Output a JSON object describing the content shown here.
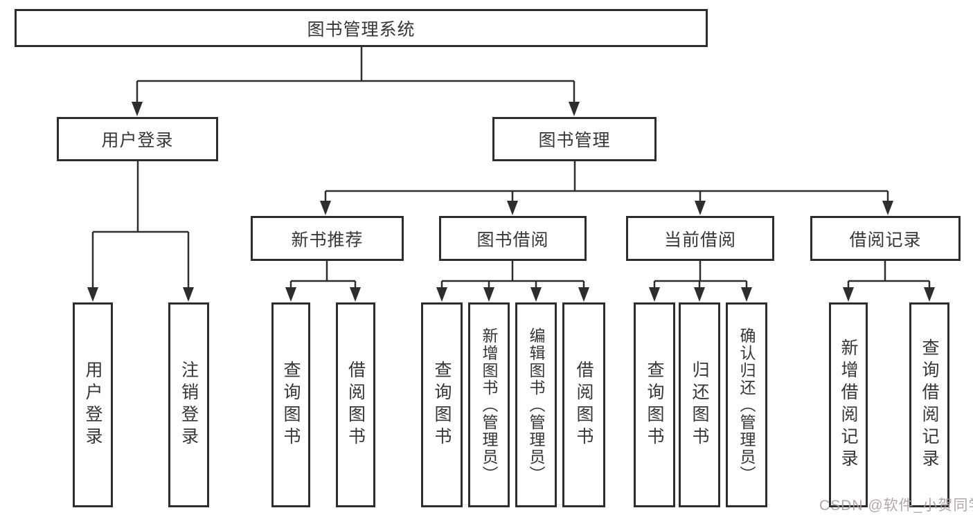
{
  "colors": {
    "line": "#2d2d2d",
    "box_border": "#2d2d2d",
    "box_fill": "#ffffff",
    "text": "#363636",
    "watermark": "#a89e9c",
    "background": "#ffffff"
  },
  "watermark": {
    "text": "CSDN @软件_小贺同学"
  },
  "tree": {
    "label": "图书管理系统",
    "children": [
      {
        "label": "用户登录",
        "children": [
          {
            "label": "用户登录"
          },
          {
            "label": "注销登录"
          }
        ]
      },
      {
        "label": "图书管理",
        "children": [
          {
            "label": "新书推荐",
            "children": [
              {
                "label": "查询图书"
              },
              {
                "label": "借阅图书"
              }
            ]
          },
          {
            "label": "图书借阅",
            "children": [
              {
                "label": "查询图书"
              },
              {
                "label": "新增图书（管理员）"
              },
              {
                "label": "编辑图书（管理员）"
              },
              {
                "label": "借阅图书"
              }
            ]
          },
          {
            "label": "当前借阅",
            "children": [
              {
                "label": "查询图书"
              },
              {
                "label": "归还图书"
              },
              {
                "label": "确认归还（管理员）"
              }
            ]
          },
          {
            "label": "借阅记录",
            "children": [
              {
                "label": "新增借阅记录"
              },
              {
                "label": "查询借阅记录"
              }
            ]
          }
        ]
      }
    ]
  }
}
